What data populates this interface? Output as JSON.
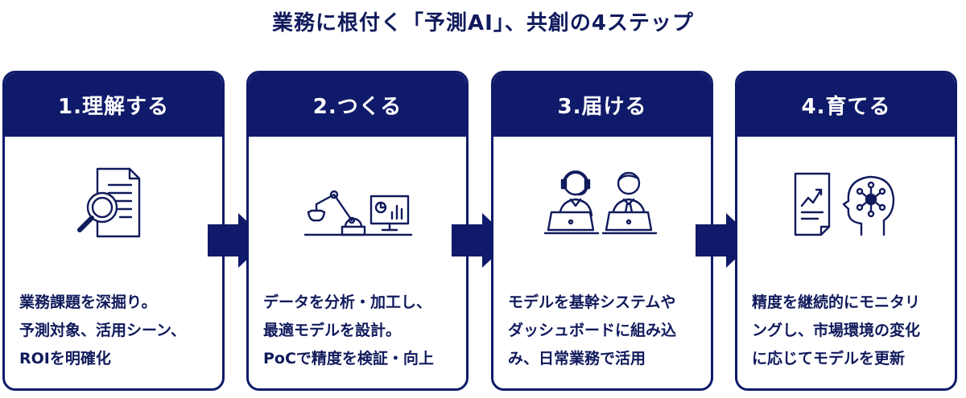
{
  "title": "業務に根付く「予測AI」、共創の4ステップ",
  "colors": {
    "primary": "#0f1a6a",
    "text": "#101a5c",
    "background": "#ffffff"
  },
  "steps": [
    {
      "label": "1.理解する",
      "icon": "document-magnifier-icon",
      "desc": [
        "業務課題を深掘り。",
        "予測対象、活用シーン、",
        "ROIを明確化"
      ]
    },
    {
      "label": "2.つくる",
      "icon": "robot-arm-dashboard-icon",
      "desc": [
        "データを分析・加工し、",
        "最適モデルを設計。",
        "PoCで精度を検証・向上"
      ]
    },
    {
      "label": "3.届ける",
      "icon": "workers-laptops-icon",
      "desc": [
        "モデルを基幹システムや",
        "ダッシュボードに組み込",
        "み、日常業務で活用"
      ]
    },
    {
      "label": "4.育てる",
      "icon": "chart-ai-head-icon",
      "desc": [
        "精度を継続的にモニタリ",
        "ングし、市場環境の変化",
        "に応じてモデルを更新"
      ]
    }
  ]
}
